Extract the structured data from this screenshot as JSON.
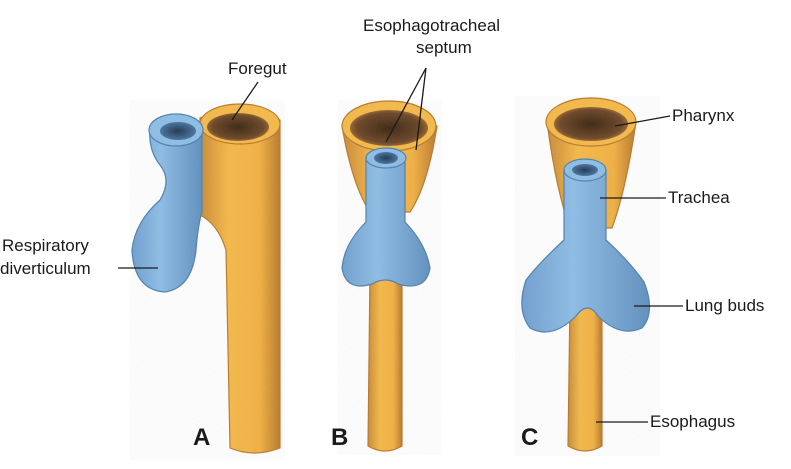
{
  "colors": {
    "foregut_yellow": "#f5b947",
    "foregut_yellow_dark": "#b9782b",
    "respiratory_blue": "#8cbde6",
    "respiratory_blue_dark": "#4e7fae",
    "lumen_dark": "#5a3a1e",
    "line": "#1a1a1a"
  },
  "labels": {
    "foregut": "Foregut",
    "septum_line1": "Esophagotracheal",
    "septum_line2": "septum",
    "respiratory_line1": "Respiratory",
    "respiratory_line2": "diverticulum",
    "pharynx": "Pharynx",
    "trachea": "Trachea",
    "lung_buds": "Lung buds",
    "esophagus": "Esophagus"
  },
  "panels": [
    "A",
    "B",
    "C"
  ]
}
